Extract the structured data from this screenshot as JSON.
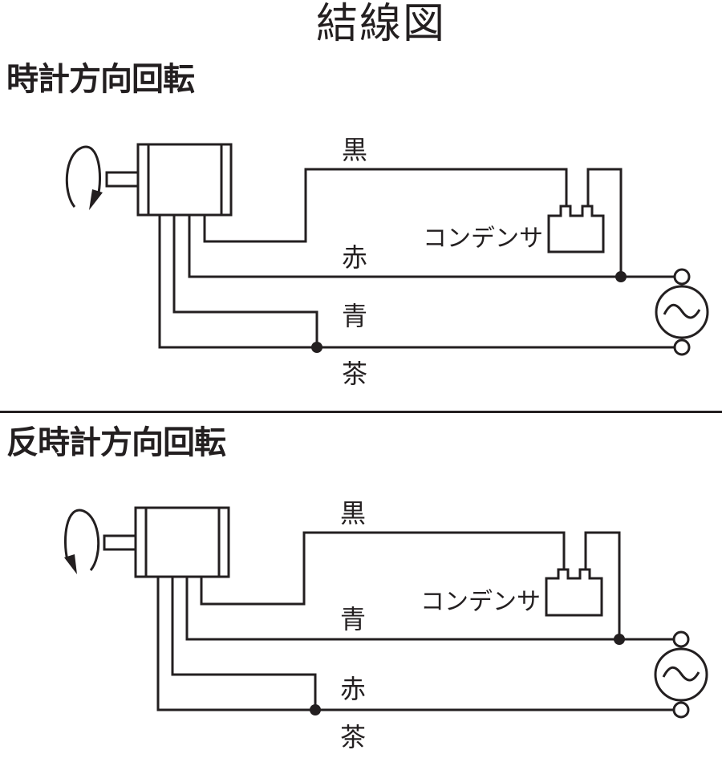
{
  "title": "結線図",
  "sections": [
    {
      "heading": "時計方向回転",
      "rotation": "clockwise",
      "wires": {
        "top": "黒",
        "second": "赤",
        "third": "青",
        "bottom": "茶"
      },
      "capacitor_label": "コンデンサ"
    },
    {
      "heading": "反時計方向回転",
      "rotation": "counterclockwise",
      "wires": {
        "top": "黒",
        "second": "青",
        "third": "赤",
        "bottom": "茶"
      },
      "capacitor_label": "コンデンサ"
    }
  ],
  "icons": {
    "rotation_arrow": "rotation-arrow-icon",
    "ac_source": "ac-power-source-icon",
    "capacitor": "capacitor-icon",
    "motor": "motor-icon",
    "junction": "junction-dot-icon"
  },
  "colors": {
    "line": "#231f20",
    "background": "#ffffff"
  }
}
